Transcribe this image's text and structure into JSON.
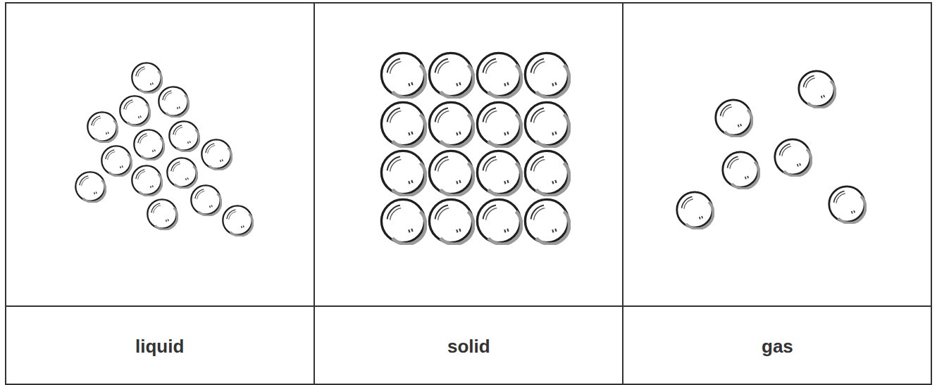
{
  "diagram": {
    "labels": [
      "liquid",
      "solid",
      "gas"
    ]
  }
}
